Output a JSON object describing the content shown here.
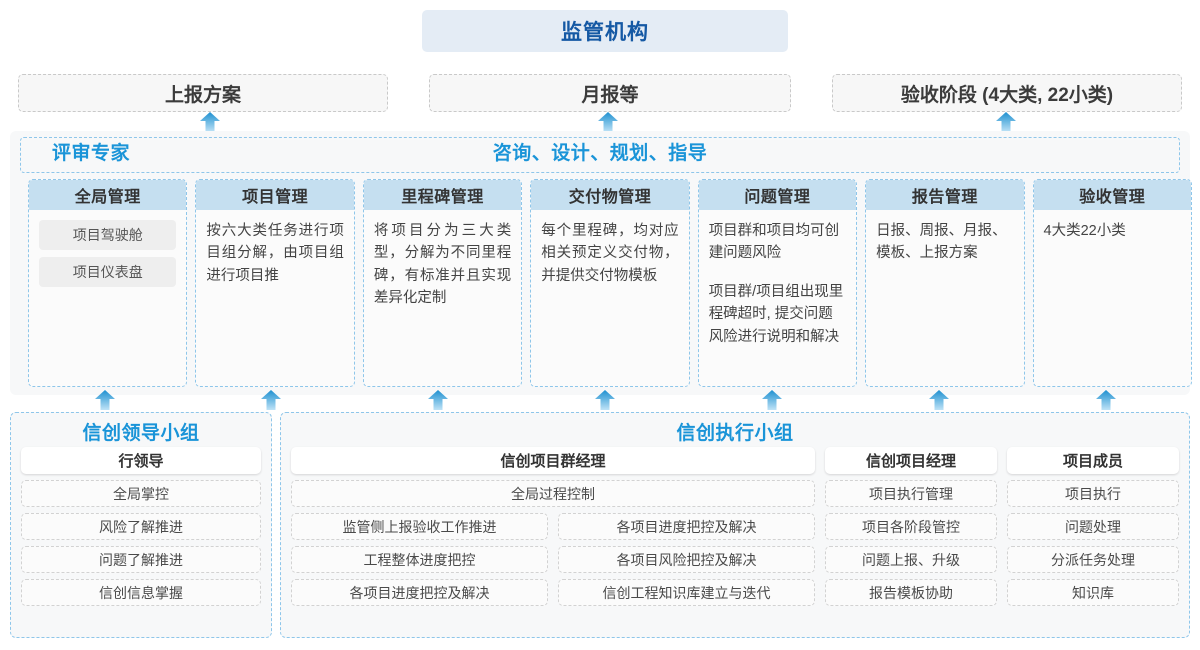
{
  "top": {
    "regulator": "监管机构",
    "reports": [
      {
        "label": "上报方案"
      },
      {
        "label": "月报等"
      },
      {
        "label": "验收阶段 (4大类, 22小类)"
      }
    ]
  },
  "middle": {
    "band_left": "评审专家",
    "band_center": "咨询、设计、规划、指导",
    "columns": [
      {
        "head": "全局管理",
        "chips": [
          "项目驾驶舱",
          "项目仪表盘"
        ],
        "paras": []
      },
      {
        "head": "项目管理",
        "chips": [],
        "paras": [
          "按六大类任务进行项目组分解，由项目组进行项目推"
        ]
      },
      {
        "head": "里程碑管理",
        "chips": [],
        "paras": [
          "将项目分为三大类型，分解为不同里程碑，有标准并且实现差异化定制"
        ]
      },
      {
        "head": "交付物管理",
        "chips": [],
        "paras": [
          "每个里程碑，均对应相关预定义交付物，并提供交付物模板"
        ]
      },
      {
        "head": "问题管理",
        "chips": [],
        "paras": [
          "项目群和项目均可创建问题风险",
          "项目群/项目组出现里程碑超时, 提交问题风险进行说明和解决"
        ]
      },
      {
        "head": "报告管理",
        "chips": [],
        "paras": [
          "日报、周报、月报、模板、上报方案"
        ]
      },
      {
        "head": "验收管理",
        "chips": [],
        "paras": [
          "4大类22小类"
        ]
      }
    ]
  },
  "bottom": {
    "leading_group": {
      "title": "信创领导小组",
      "head": "行领导",
      "items": [
        "全局掌控",
        "风险了解推进",
        "问题了解推进",
        "信创信息掌握"
      ]
    },
    "execution_group": {
      "title": "信创执行小组",
      "program_manager": {
        "head": "信创项目群经理",
        "full_width_item": "全局过程控制",
        "left_items": [
          "监管侧上报验收工作推进",
          "工程整体进度把控",
          "各项目进度把控及解决"
        ],
        "right_items": [
          "各项目进度把控及解决",
          "各项目风险把控及解决",
          "信创工程知识库建立与迭代"
        ]
      },
      "project_manager": {
        "head": "信创项目经理",
        "items": [
          "项目执行管理",
          "项目各阶段管控",
          "问题上报、升级",
          "报告模板协助"
        ]
      },
      "project_member": {
        "head": "项目成员",
        "items": [
          "项目执行",
          "问题处理",
          "分派任务处理",
          "知识库"
        ]
      }
    }
  },
  "colors": {
    "accent_blue": "#1a94d8",
    "deep_blue": "#1559a4",
    "header_blue": "#c5dff0",
    "regulator_bg": "#e4ecf5",
    "dashed_blue": "#8ec6ea",
    "arrow_top": "#1e90d0",
    "arrow_bottom": "#b8e0f5"
  },
  "arrows": {
    "count_upper": 3,
    "count_lower": 7,
    "icon": "arrow-up-icon"
  }
}
